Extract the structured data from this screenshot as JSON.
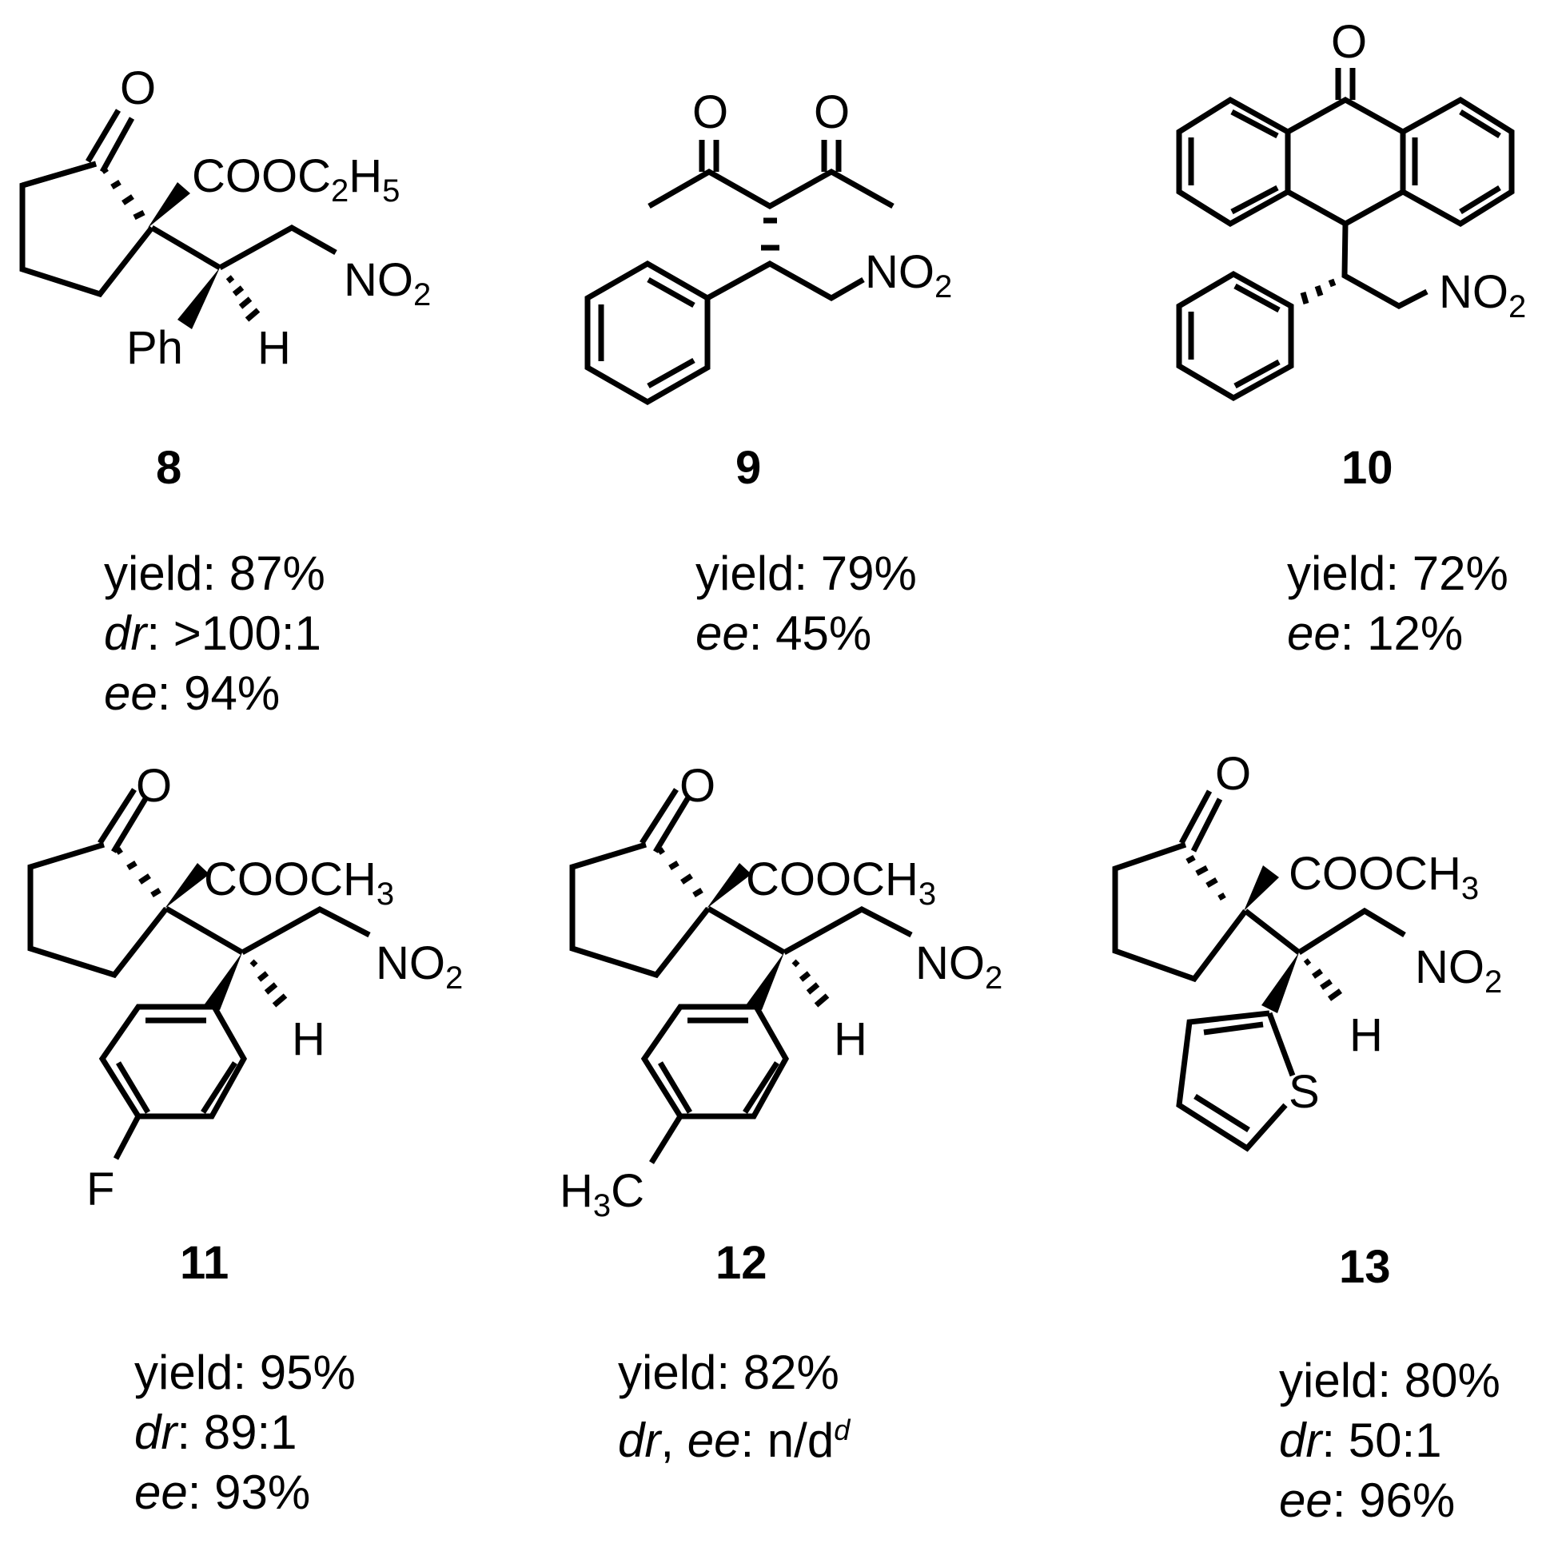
{
  "compounds": [
    {
      "id": "8",
      "ester": "COOC",
      "ester_sub": "2",
      "ester_tail": "H",
      "ester_tail_sub": "5",
      "aryl_label": "Ph",
      "stats": {
        "yield_label": "yield:",
        "yield": "87%",
        "dr_label": "dr",
        "dr": ">100:1",
        "ee_label": "ee",
        "ee": "94%"
      }
    },
    {
      "id": "9",
      "stats": {
        "yield_label": "yield:",
        "yield": "79%",
        "ee_label": "ee",
        "ee": "45%"
      }
    },
    {
      "id": "10",
      "stats": {
        "yield_label": "yield:",
        "yield": "72%",
        "ee_label": "ee",
        "ee": "12%"
      }
    },
    {
      "id": "11",
      "ester": "COOCH",
      "ester_sub": "3",
      "substituent": "F",
      "stats": {
        "yield_label": "yield:",
        "yield": "95%",
        "dr_label": "dr",
        "dr": "89:1",
        "ee_label": "ee",
        "ee": "93%"
      }
    },
    {
      "id": "12",
      "ester": "COOCH",
      "ester_sub": "3",
      "substituent": "H",
      "substituent_sub": "3",
      "substituent_tail": "C",
      "stats": {
        "yield_label": "yield:",
        "yield": "82%",
        "dr_ee_label_dr": "dr",
        "dr_ee_label_ee": "ee",
        "dr_ee": "n/d",
        "footnote": "d"
      }
    },
    {
      "id": "13",
      "ester": "COOCH",
      "ester_sub": "3",
      "heteroatom": "S",
      "stats": {
        "yield_label": "yield:",
        "yield": "80%",
        "dr_label": "dr",
        "dr": "50:1",
        "ee_label": "ee",
        "ee": "96%"
      }
    }
  ],
  "atoms": {
    "oxygen": "O",
    "hydrogen": "H",
    "nitro": "NO",
    "nitro_sub": "2"
  }
}
